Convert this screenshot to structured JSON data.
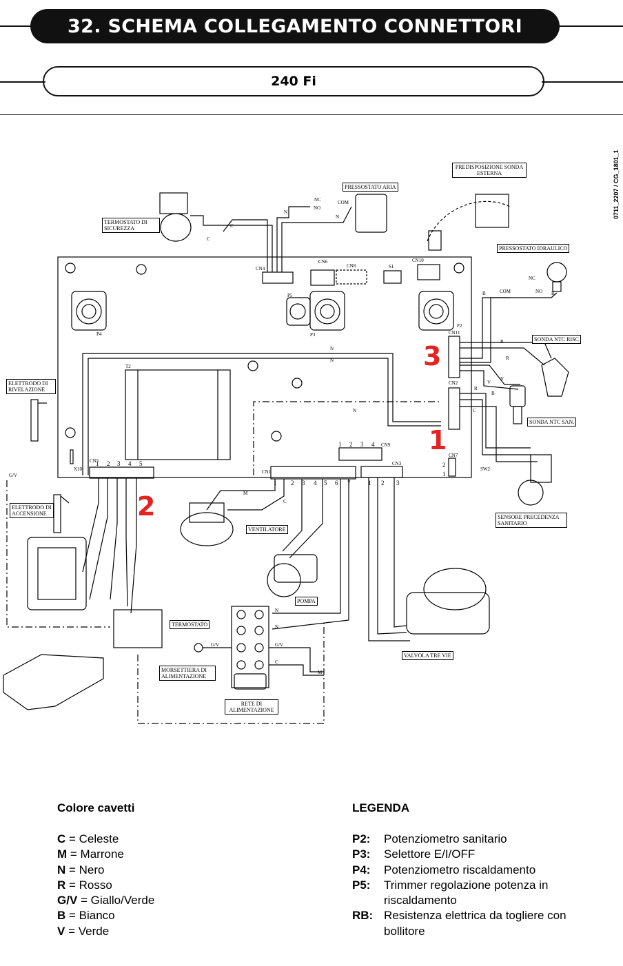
{
  "header": {
    "title": "32. SCHEMA COLLEGAMENTO CONNETTORI",
    "model": "240 Fi",
    "doc_code": "0711_2207 / CG_1801_1"
  },
  "diagram": {
    "components": {
      "predisposizione": "PREDISPOSIZIONE SONDA ESTERNA",
      "pressostato_aria": "PRESSOSTATO ARIA",
      "termostato_sicurezza": "TERMOSTATO DI SICUREZZA",
      "pressostato_idraulico": "PRESSOSTATO IDRAULICO",
      "sonda_ntc_risc": "SONDA NTC RISC",
      "sonda_ntc_san": "SONDA NTC SAN.",
      "elettrodo_rivelazione": "ELETTRODO DI RIVELAZIONE",
      "elettrodo_accensione": "ELETTRODO DI ACCENSIONE",
      "sensore_precedenza": "SENSORE PRECEDENZA SANITARIO",
      "ventilatore": "VENTILATORE",
      "pompa": "POMPA",
      "termostato": "TERMOSTATO",
      "morsettiera": "MORSETTIERA DI ALIMENTAZIONE",
      "rete": "RETE DI ALIMENTAZIONE",
      "valvola": "VALVOLA TRE VIE"
    },
    "board_labels": {
      "cn4": "CN4",
      "cn6": "CN6",
      "cn8": "CN8",
      "s1": "S1",
      "cn10": "CN10",
      "p4": "P4",
      "p5": "P5",
      "p3": "P3",
      "p2": "P2",
      "t2": "T2",
      "cn11": "CN11",
      "cn2": "CN2",
      "cn5": "CN5",
      "cn1": "CN1",
      "cn3": "CN3",
      "cn9": "CN9",
      "cn7": "CN7",
      "x10": "X10",
      "sw2": "SW2"
    },
    "wire_labels": {
      "nc": "NC",
      "no": "NO",
      "com": "COM",
      "n": "N",
      "c": "C",
      "m": "M",
      "b": "B",
      "r": "R",
      "v": "V",
      "gv": "G/V"
    },
    "callouts": [
      "1",
      "2",
      "3"
    ]
  },
  "legend_colors": {
    "title": "Colore cavetti",
    "items": [
      {
        "code": "C",
        "desc": "Celeste"
      },
      {
        "code": "M",
        "desc": "Marrone"
      },
      {
        "code": "N",
        "desc": "Nero"
      },
      {
        "code": "R",
        "desc": "Rosso"
      },
      {
        "code": "G/V",
        "desc": "Giallo/Verde"
      },
      {
        "code": "B",
        "desc": "Bianco"
      },
      {
        "code": "V",
        "desc": "Verde"
      }
    ]
  },
  "legend": {
    "title": "LEGENDA",
    "items": [
      {
        "code": "P2:",
        "desc": "Potenziometro sanitario"
      },
      {
        "code": "P3:",
        "desc": "Selettore E/I/OFF"
      },
      {
        "code": "P4:",
        "desc": "Potenziometro riscaldamento"
      },
      {
        "code": "P5:",
        "desc": "Trimmer regolazione potenza in riscaldamento"
      },
      {
        "code": "RB:",
        "desc": "Resistenza elettrica da togliere con bollitore"
      }
    ]
  }
}
